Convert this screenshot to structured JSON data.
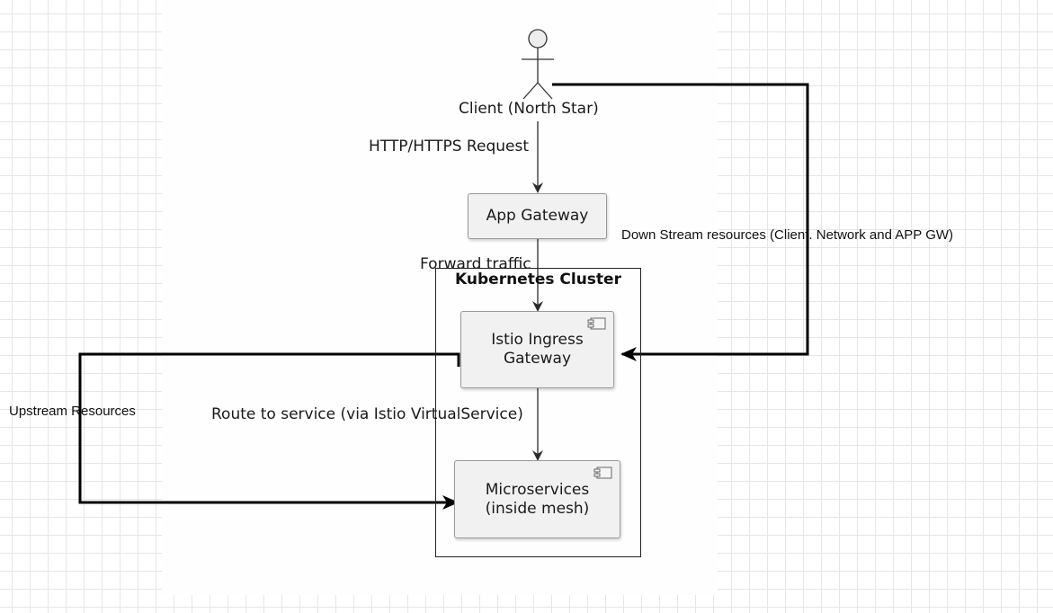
{
  "diagram": {
    "actor": {
      "label": "Client (North Star)",
      "icon": "stick-figure-actor-icon"
    },
    "request_label": "HTTP/HTTPS Request",
    "app_gateway": {
      "label": "App Gateway"
    },
    "forward_label": "Forward traffic",
    "cluster": {
      "title": "Kubernetes Cluster"
    },
    "istio_ingress": {
      "line1": "Istio Ingress",
      "line2": "Gateway",
      "icon": "component-icon"
    },
    "route_label": "Route to service (via Istio VirtualService)",
    "microservices": {
      "line1": "Microservices",
      "line2": "(inside mesh)",
      "icon": "component-icon"
    },
    "downstream_label": "Down Stream resources (Client. Network and APP GW)",
    "upstream_label": "Upstream Resources"
  }
}
